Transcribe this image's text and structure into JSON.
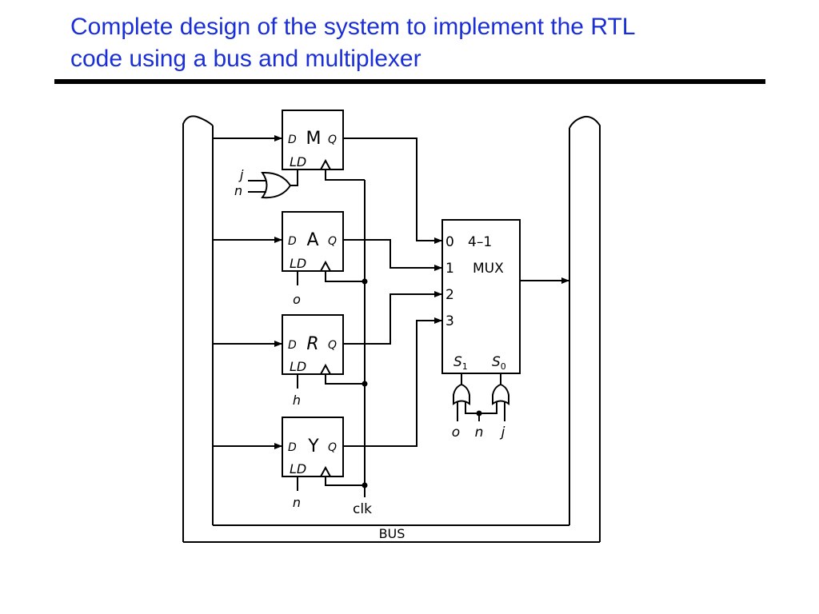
{
  "slide": {
    "title_line1": "Complete design of the system to implement the RTL",
    "title_line2": "code using a bus and multiplexer"
  },
  "registers": [
    {
      "name": "M",
      "d": "D",
      "q": "Q",
      "ld": "LD"
    },
    {
      "name": "A",
      "d": "D",
      "q": "Q",
      "ld": "LD",
      "ld_input": "o"
    },
    {
      "name": "R",
      "d": "D",
      "q": "Q",
      "ld": "LD",
      "ld_input": "h"
    },
    {
      "name": "Y",
      "d": "D",
      "q": "Q",
      "ld": "LD",
      "ld_input": "n"
    }
  ],
  "or_gate_m": {
    "inputs": [
      "j",
      "n"
    ]
  },
  "mux": {
    "title": "4–1",
    "label": "MUX",
    "inputs": [
      "0",
      "1",
      "2",
      "3"
    ],
    "s1": "S",
    "s1_sub": "1",
    "s0": "S",
    "s0_sub": "0"
  },
  "select_inputs": [
    "o",
    "n",
    "j"
  ],
  "clock": "clk",
  "bus": "BUS",
  "colors": {
    "title": "#1a2fd6",
    "rule": "#000000"
  }
}
